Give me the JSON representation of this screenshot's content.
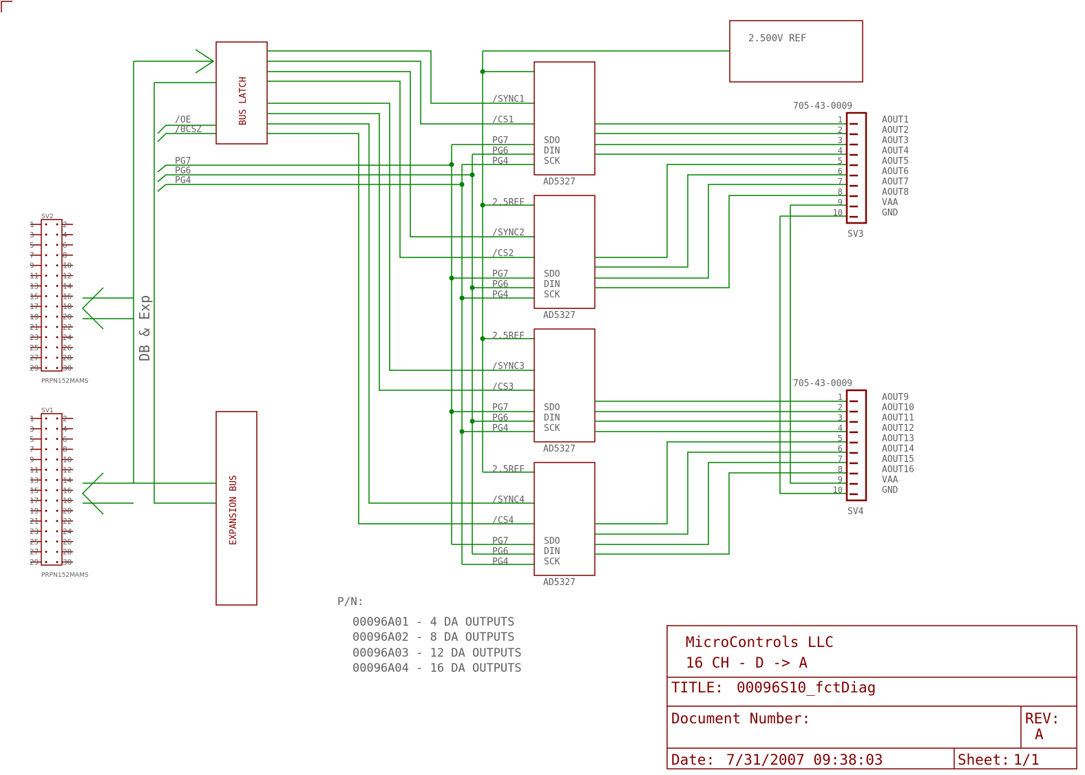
{
  "ref_block": {
    "label": "2.500V REF"
  },
  "bus_latch": {
    "label": "BUS LATCH",
    "signals": [
      "/OE",
      "/0CSZ",
      "PG7",
      "PG6",
      "PG4"
    ]
  },
  "expansion_bus": {
    "label": "EXPANSION BUS"
  },
  "db_exp_label": "DB & Exp",
  "headers_left": [
    {
      "name": "SV2",
      "part": "PRPN152MAMS",
      "pins_odd": [
        "1",
        "3",
        "5",
        "7",
        "9",
        "11",
        "13",
        "15",
        "17",
        "19",
        "21",
        "23",
        "25",
        "27",
        "29"
      ],
      "pins_even": [
        "2",
        "4",
        "6",
        "8",
        "10",
        "12",
        "14",
        "16",
        "18",
        "20",
        "22",
        "24",
        "26",
        "28",
        "30"
      ]
    },
    {
      "name": "SV1",
      "part": "PRPN152MAMS",
      "pins_odd": [
        "1",
        "3",
        "5",
        "7",
        "9",
        "11",
        "13",
        "15",
        "17",
        "19",
        "21",
        "23",
        "25",
        "27",
        "29"
      ],
      "pins_even": [
        "2",
        "4",
        "6",
        "8",
        "10",
        "12",
        "14",
        "16",
        "18",
        "20",
        "22",
        "24",
        "26",
        "28",
        "30"
      ]
    }
  ],
  "dacs": [
    {
      "part": "AD5327",
      "pins_left": [
        "/SYNC1",
        "/CS1",
        "PG7",
        "PG6",
        "PG4"
      ],
      "pins_inside": [
        "SDO",
        "DIN",
        "SCK"
      ]
    },
    {
      "part": "AD5327",
      "pins_left": [
        "2.5REF",
        "/SYNC2",
        "/CS2",
        "PG7",
        "PG6",
        "PG4"
      ],
      "pins_inside": [
        "SDO",
        "DIN",
        "SCK"
      ]
    },
    {
      "part": "AD5327",
      "pins_left": [
        "2.5REF",
        "/SYNC3",
        "/CS3",
        "PG7",
        "PG6",
        "PG4"
      ],
      "pins_inside": [
        "SDO",
        "DIN",
        "SCK"
      ]
    },
    {
      "part": "AD5327",
      "pins_left": [
        "2.5REF",
        "/SYNC4",
        "/CS4",
        "PG7",
        "PG6",
        "PG4"
      ],
      "pins_inside": [
        "SDO",
        "DIN",
        "SCK"
      ]
    }
  ],
  "connectors": [
    {
      "name": "SV3",
      "part": "705-43-0009",
      "pins": [
        "1",
        "2",
        "3",
        "4",
        "5",
        "6",
        "7",
        "8",
        "9",
        "10"
      ],
      "signals": [
        "AOUT1",
        "AOUT2",
        "AOUT3",
        "AOUT4",
        "AOUT5",
        "AOUT6",
        "AOUT7",
        "AOUT8",
        "VAA",
        "GND"
      ]
    },
    {
      "name": "SV4",
      "part": "705-43-0009",
      "pins": [
        "1",
        "2",
        "3",
        "4",
        "5",
        "6",
        "7",
        "8",
        "9",
        "10"
      ],
      "signals": [
        "AOUT9",
        "AOUT10",
        "AOUT11",
        "AOUT12",
        "AOUT13",
        "AOUT14",
        "AOUT15",
        "AOUT16",
        "VAA",
        "GND"
      ]
    }
  ],
  "pn": {
    "heading": "P/N:",
    "lines": [
      "00096A01 - 4 DA OUTPUTS",
      "00096A02 - 8 DA OUTPUTS",
      "00096A03 - 12 DA OUTPUTS",
      "00096A04 - 16 DA OUTPUTS"
    ]
  },
  "title_block": {
    "company": "MicroControls  LLC",
    "subtitle": "16 CH - D -> A",
    "title_label": "TITLE:",
    "title_value": "00096S10_fctDiag",
    "doc_label": "Document Number:",
    "rev_label": "REV:",
    "rev_value": "A",
    "date_label": "Date:",
    "date_value": "7/31/2007 09:38:03",
    "sheet_label": "Sheet:",
    "sheet_value": "1/1"
  },
  "colors": {
    "wire": "#008000",
    "part": "#800000",
    "text": "#606060"
  }
}
